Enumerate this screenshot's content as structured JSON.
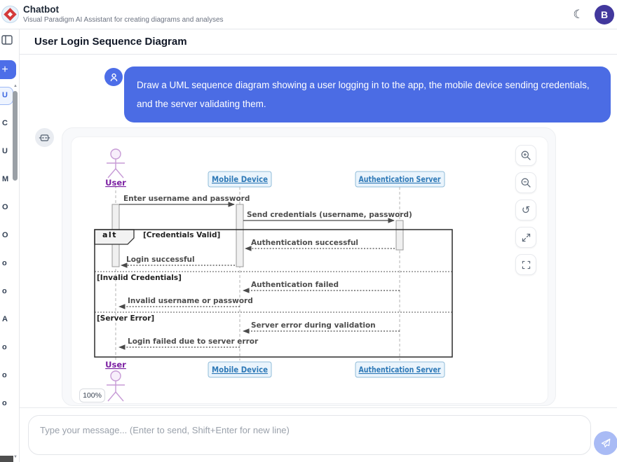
{
  "header": {
    "app_title": "Chatbot",
    "app_subtitle": "Visual Paradigm AI Assistant for creating diagrams and analyses",
    "avatar_initial": "B"
  },
  "sidebar": {
    "new_chat_label": "+",
    "items": [
      {
        "label": "U",
        "selected": true
      },
      {
        "label": "C",
        "selected": false
      },
      {
        "label": "U",
        "selected": false
      },
      {
        "label": "M",
        "selected": false
      },
      {
        "label": "O",
        "selected": false
      },
      {
        "label": "O",
        "selected": false
      },
      {
        "label": "o",
        "selected": false
      },
      {
        "label": "o",
        "selected": false
      },
      {
        "label": "A",
        "selected": false
      },
      {
        "label": "o",
        "selected": false
      },
      {
        "label": "o",
        "selected": false
      },
      {
        "label": "o",
        "selected": false
      }
    ]
  },
  "page": {
    "title": "User Login Sequence Diagram"
  },
  "chat": {
    "user_message": "Draw a UML sequence diagram showing a user logging in to the app, the mobile device sending credentials, and the server validating them.",
    "zoom_badge": "100%"
  },
  "composer": {
    "placeholder": "Type your message... (Enter to send, Shift+Enter for new line)"
  },
  "icons": {
    "theme_toggle": "☾",
    "reset": "↺",
    "scroll_up": "▲",
    "scroll_down": "▼"
  },
  "colors": {
    "accent_blue": "#4b6ce4",
    "send_button": "#a9bbf5",
    "avatar_indigo": "#42389d",
    "actor_purple": "#7b1fa2",
    "lifeline_blue": "#2e79b7",
    "logo_red": "#d43a3a"
  },
  "diagram": {
    "type": "uml-sequence",
    "zoom_level": "100%",
    "lifelines": [
      {
        "name": "User",
        "kind": "actor"
      },
      {
        "name": "Mobile Device",
        "kind": "object"
      },
      {
        "name": "Authentication Server",
        "kind": "object"
      }
    ],
    "fragment": {
      "operator": "alt",
      "guards": [
        "[Credentials Valid]",
        "[Invalid Credentials]",
        "[Server Error]"
      ]
    },
    "messages": [
      {
        "from": "User",
        "to": "Mobile Device",
        "label": "Enter username and password",
        "style": "solid"
      },
      {
        "from": "Mobile Device",
        "to": "Authentication Server",
        "label": "Send credentials (username, password)",
        "style": "solid"
      },
      {
        "from": "Authentication Server",
        "to": "Mobile Device",
        "label": "Authentication successful",
        "style": "dashed"
      },
      {
        "from": "Mobile Device",
        "to": "User",
        "label": "Login successful",
        "style": "dashed"
      },
      {
        "from": "Authentication Server",
        "to": "Mobile Device",
        "label": "Authentication failed",
        "style": "dashed"
      },
      {
        "from": "Mobile Device",
        "to": "User",
        "label": "Invalid username or password",
        "style": "dashed"
      },
      {
        "from": "Authentication Server",
        "to": "Mobile Device",
        "label": "Server error during validation",
        "style": "dashed"
      },
      {
        "from": "Mobile Device",
        "to": "User",
        "label": "Login failed due to server error",
        "style": "dashed"
      }
    ]
  }
}
